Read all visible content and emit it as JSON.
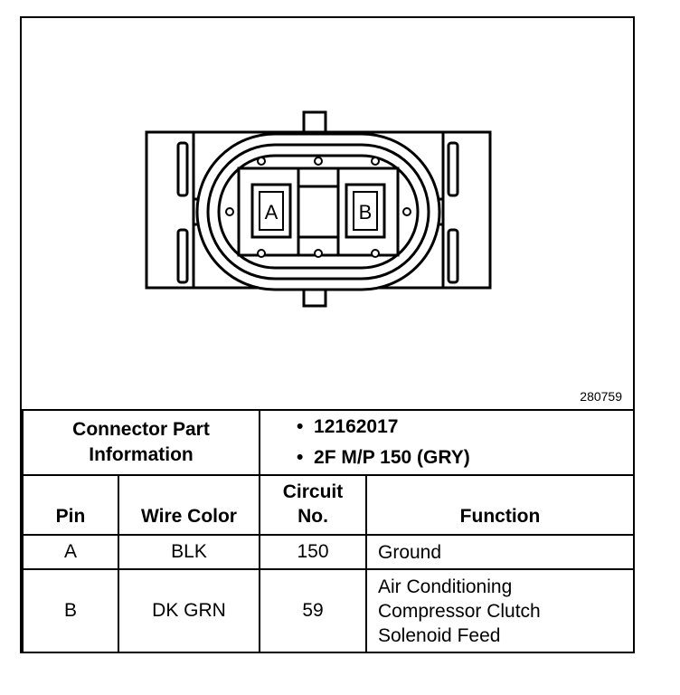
{
  "figure_id": "280759",
  "connector": {
    "pin_a_label": "A",
    "pin_b_label": "B"
  },
  "part_info": {
    "label_line1": "Connector Part",
    "label_line2": "Information",
    "items": [
      "12162017",
      "2F M/P 150 (GRY)"
    ]
  },
  "table": {
    "headers": {
      "pin": "Pin",
      "wire_color": "Wire Color",
      "circuit_line1": "Circuit",
      "circuit_line2": "No.",
      "function": "Function"
    },
    "rows": [
      {
        "pin": "A",
        "wire_color": "BLK",
        "circuit": "150",
        "function_lines": [
          "Ground"
        ]
      },
      {
        "pin": "B",
        "wire_color": "DK GRN",
        "circuit": "59",
        "function_lines": [
          "Air Conditioning",
          "Compressor Clutch",
          "Solenoid Feed"
        ]
      }
    ]
  }
}
